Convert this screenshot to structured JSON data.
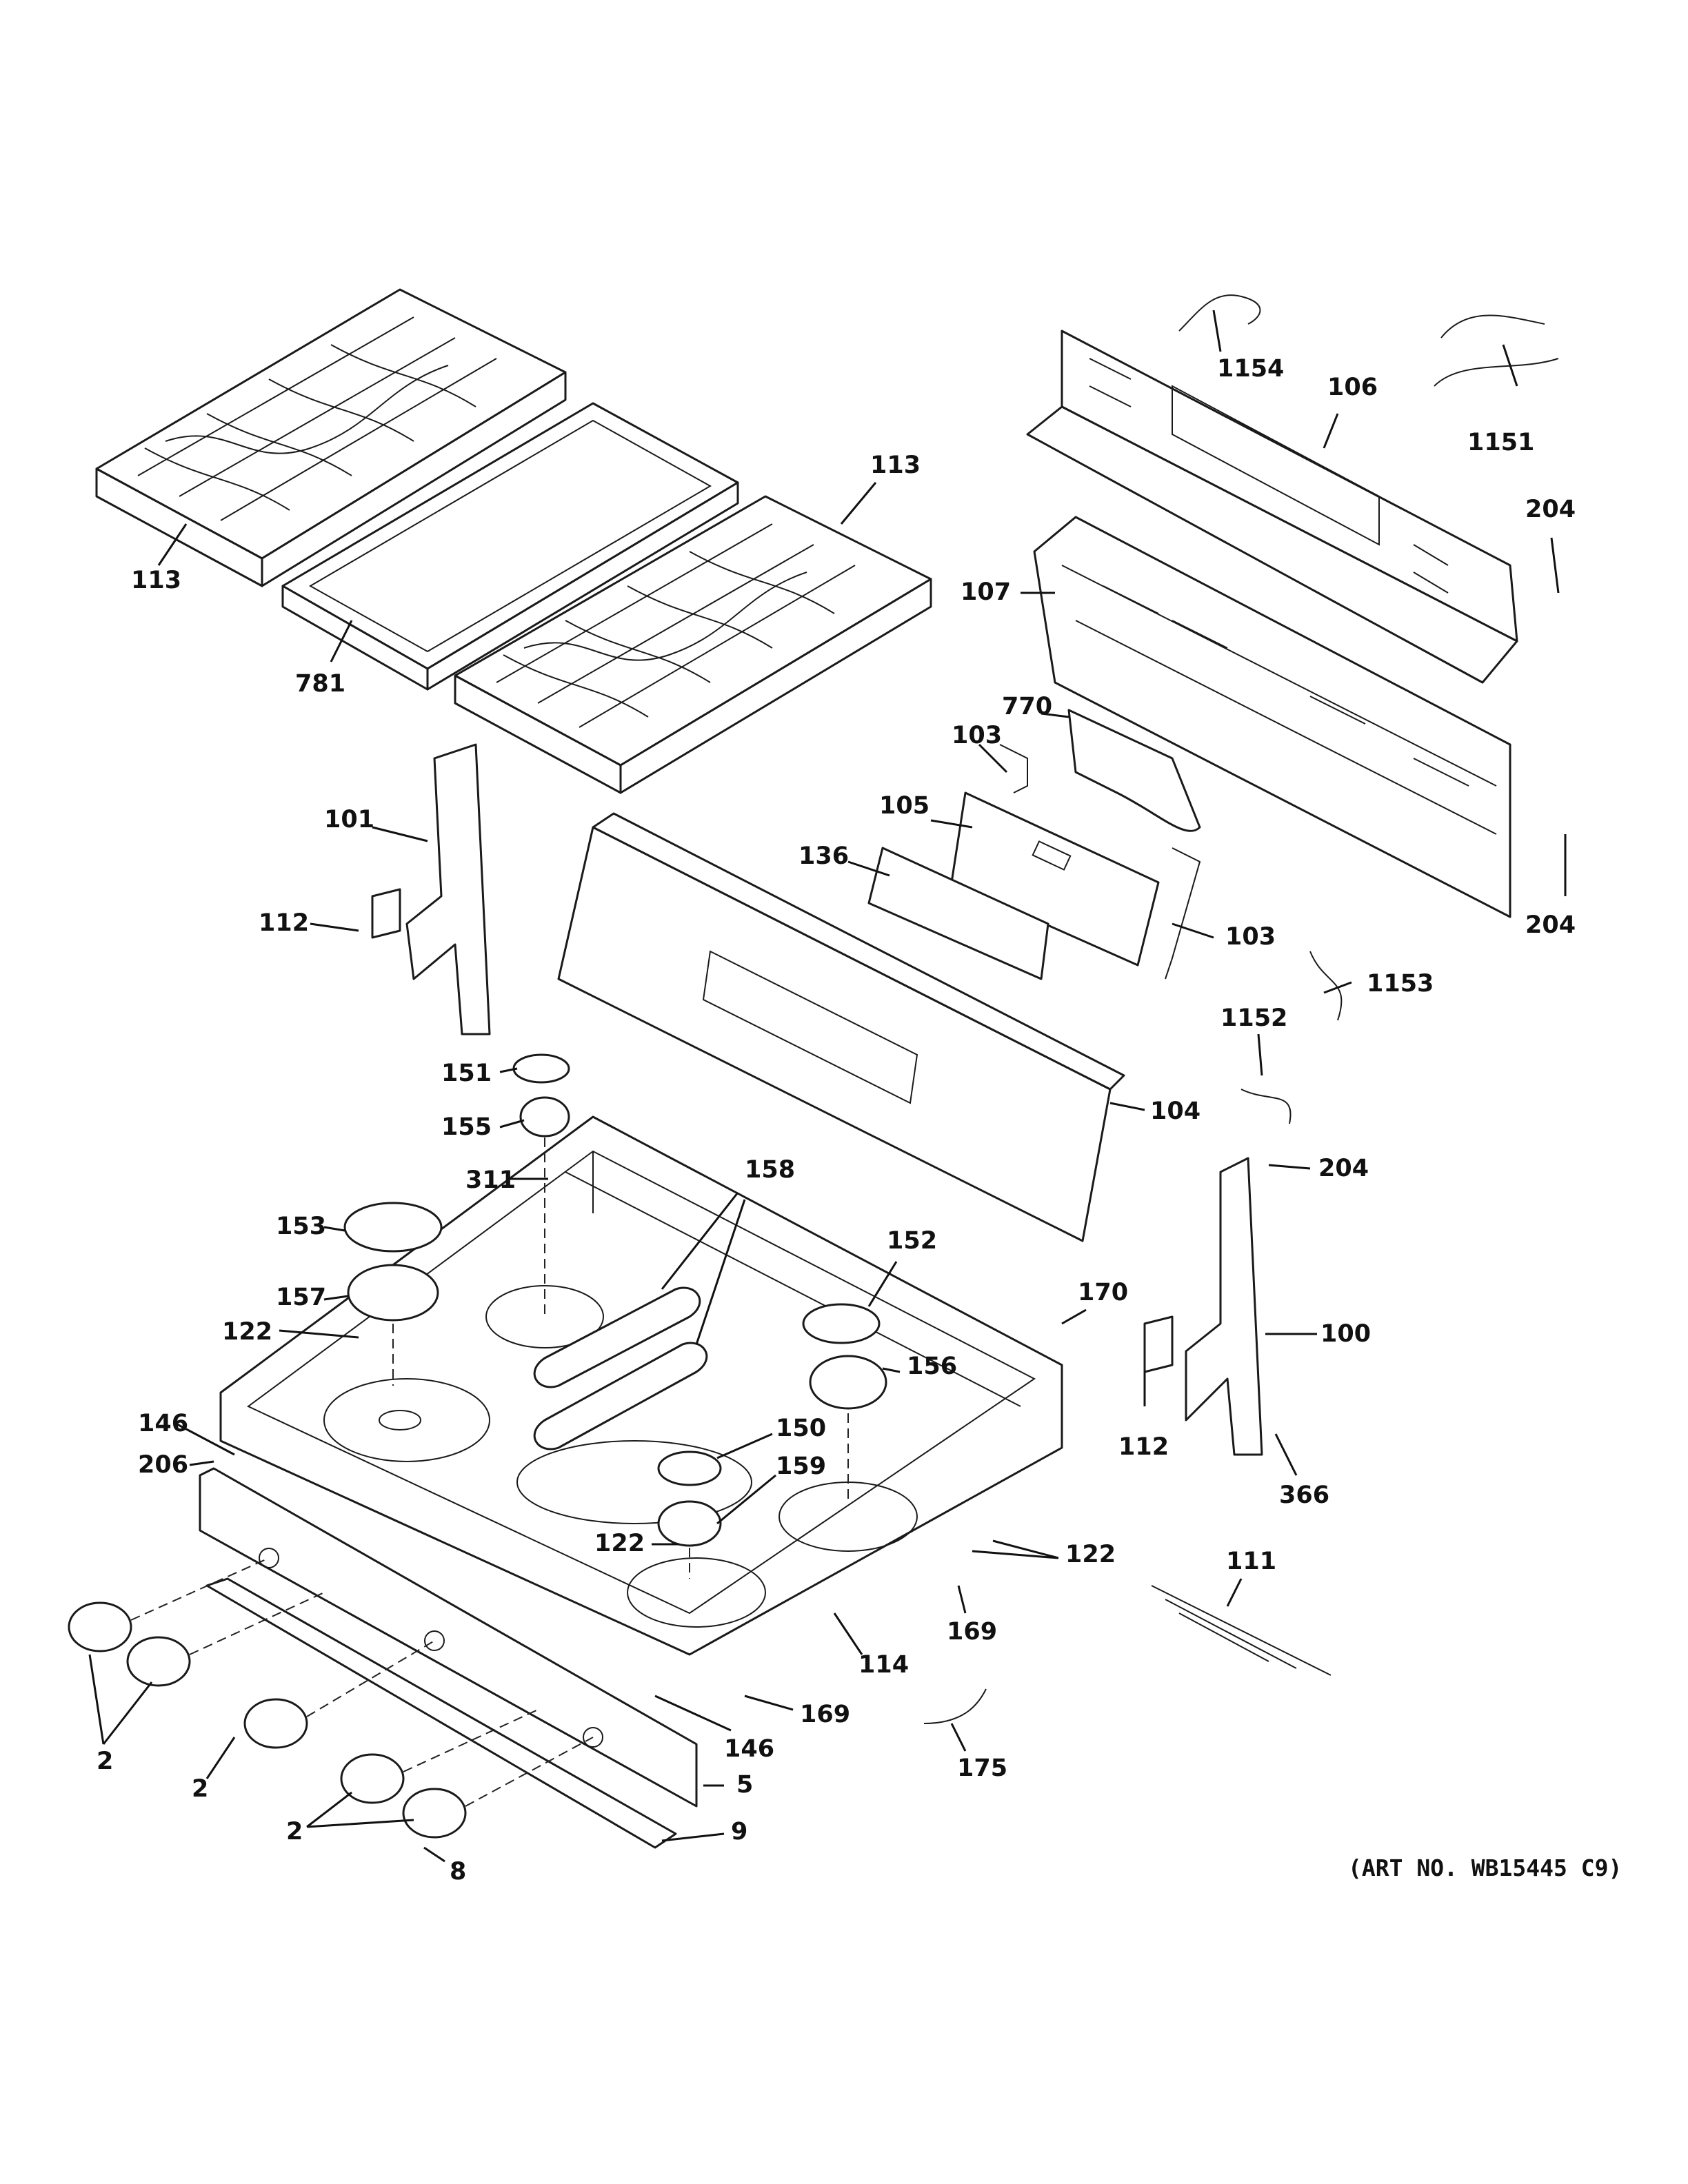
{
  "diagram": {
    "art_number": "(ART NO. WB15445 C9)",
    "callouts": {
      "grate_left": "113",
      "griddle": "781",
      "grate_right": "113",
      "harness_1154": "1154",
      "backguard_106": "106",
      "harness_1151": "1151",
      "screw_204_top": "204",
      "panel_107": "107",
      "part_770": "770",
      "bracket_103_top": "103",
      "board_105": "105",
      "overlay_136": "136",
      "bracket_103_right": "103",
      "screw_204_mid": "204",
      "sidetrim_101": "101",
      "clip_112_left": "112",
      "harness_1153": "1153",
      "harness_1152": "1152",
      "cap_151": "151",
      "head_155": "155",
      "consolepanel_104": "104",
      "screw_204_lower": "204",
      "orifice_311": "311",
      "burnerhead_158": "158",
      "cap_153": "153",
      "cap_152": "152",
      "screw_170": "170",
      "head_157": "157",
      "sidetrim_100": "100",
      "orifice_122_left": "122",
      "head_156": "156",
      "clip_112_right": "112",
      "endcap_146_left": "146",
      "screw_206": "206",
      "cap_150": "150",
      "head_159": "159",
      "screw_366": "366",
      "orifice_122_center": "122",
      "orifice_122_right": "122",
      "harness_111": "111",
      "clip_169_right": "169",
      "cooktop_114": "114",
      "clip_169_bottom": "169",
      "endcap_146_right": "146",
      "wire_175": "175",
      "knobs_2_a": "2",
      "knobs_2_b": "2",
      "manifold_5": "5",
      "knobs_2_c": "2",
      "bracket_9": "9",
      "screw_8": "8"
    }
  }
}
